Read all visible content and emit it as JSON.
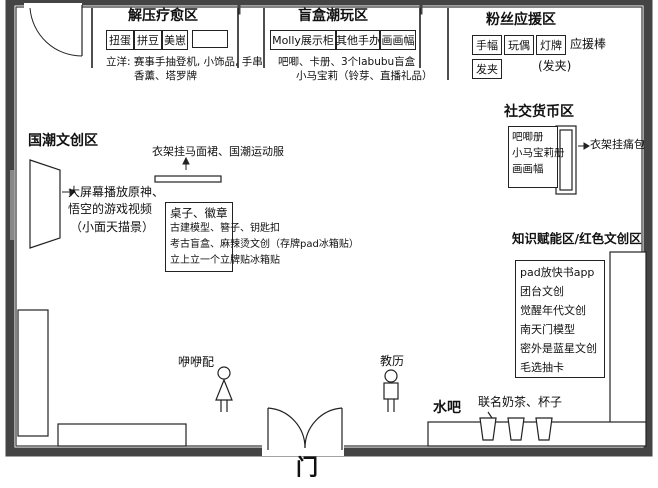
{
  "door_label": "门",
  "zones": {
    "decompress": {
      "title": "解压疗愈区",
      "items": [
        "扭蛋",
        "拼豆",
        "美崽",
        ""
      ],
      "note_line1": "立洋: 赛事手抽登机, 小饰品, 手串",
      "note_line2": "香薰、塔罗牌"
    },
    "blindbox": {
      "title": "盲盒潮玩区",
      "items": [
        "Molly展示柜",
        "其他手办",
        "画画幅"
      ],
      "note_line1": "吧唧、卡册、3个labubu盲盒",
      "note_line2": "小马宝莉（铃芽、直播礼品）"
    },
    "fan": {
      "title": "粉丝应援区",
      "items": [
        "手幅",
        "玩偶",
        "灯牌"
      ],
      "item_extra": "应援棒",
      "item2": "发夹",
      "note": "(发夹)"
    },
    "guochao": {
      "title": "国潮文创区",
      "screen_line1": "大屏幕播放原神、",
      "screen_line2": "悟空的游戏视频",
      "screen_line3": "（小面天描景）",
      "rack_caption": "衣架挂马面裙、国潮运动服",
      "table_lines": [
        "桌子、徽章",
        "古建模型、簪子、钥匙扣",
        "考古盲盒、麻辣烫文创（存牌pad冰箱贴）",
        "立上立一个立牌贴冰箱贴"
      ]
    },
    "social": {
      "title": "社交货币区",
      "items": [
        "吧唧册",
        "小马宝莉册",
        "画画幅"
      ],
      "hanger": "衣架挂痛包"
    },
    "knowledge": {
      "title": "知识赋能区/红色文创区",
      "items": [
        "pad放快书app",
        "团台文创",
        "觉醒年代文创",
        "南天门模型",
        "密外是蓝星文创",
        "毛选抽卡"
      ]
    },
    "water": {
      "title": "水吧",
      "note": "联名奶茶、杯子"
    }
  },
  "people": {
    "left": "咿咿配",
    "right": "教历"
  }
}
